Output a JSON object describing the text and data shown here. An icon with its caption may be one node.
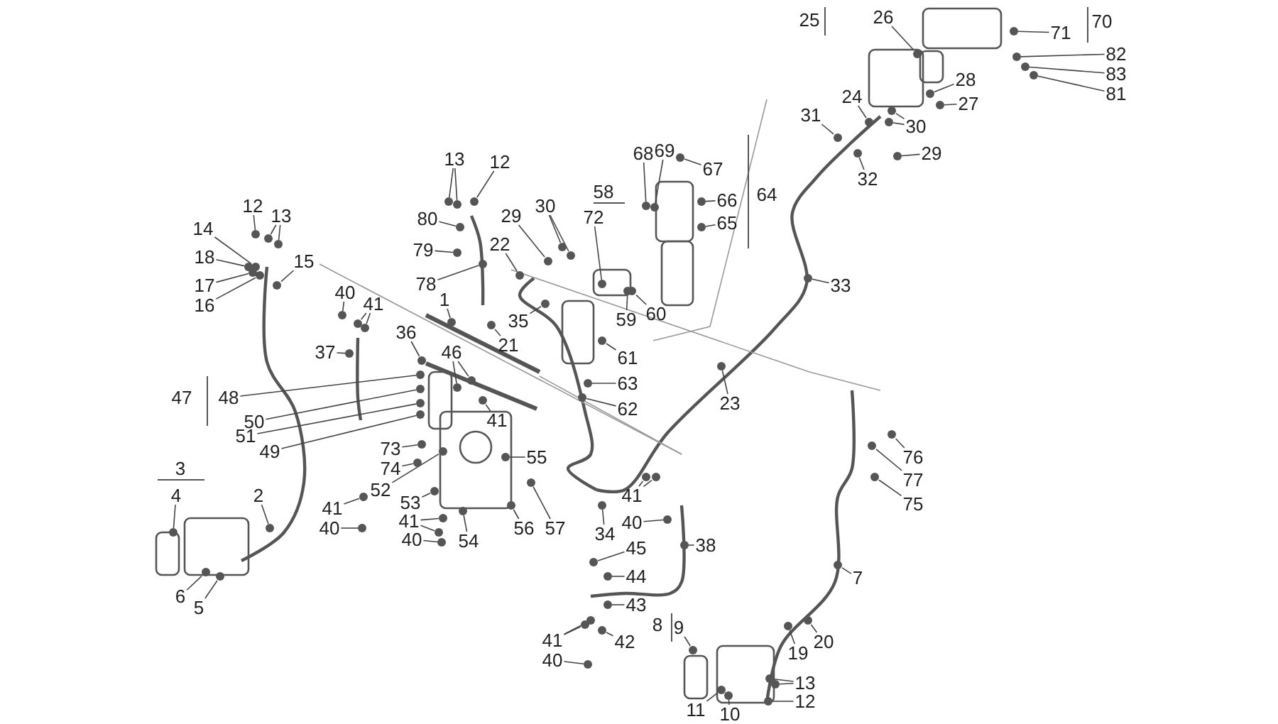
{
  "diagram": {
    "nodes": [
      {
        "text": [
          "12"
        ]
      },
      {
        "text": [
          "13"
        ]
      },
      {
        "text": [
          "14"
        ]
      },
      {
        "text": [
          "18"
        ]
      },
      {
        "text": [
          "17"
        ]
      },
      {
        "text": [
          "16"
        ]
      },
      {
        "text": [
          "15"
        ]
      },
      {
        "text": [
          "13"
        ]
      },
      {
        "text": [
          "12"
        ]
      },
      {
        "text": [
          "80"
        ]
      },
      {
        "text": [
          "79"
        ]
      },
      {
        "text": [
          "78"
        ]
      },
      {
        "text": [
          "1"
        ]
      },
      {
        "text": [
          "22"
        ]
      },
      {
        "text": [
          "29"
        ]
      },
      {
        "text": [
          "30"
        ]
      },
      {
        "text": [
          "35"
        ]
      },
      {
        "text": [
          "21"
        ]
      },
      {
        "text": [
          "40"
        ]
      },
      {
        "text": [
          "41"
        ]
      },
      {
        "text": [
          "37"
        ]
      },
      {
        "text": [
          "36"
        ]
      },
      {
        "text": [
          "46"
        ]
      },
      {
        "text": [
          "72"
        ]
      },
      {
        "text": [
          "68"
        ]
      },
      {
        "text": [
          "69"
        ]
      },
      {
        "text": [
          "67"
        ]
      },
      {
        "text": [
          "66"
        ]
      },
      {
        "text": [
          "65"
        ]
      },
      {
        "text": [
          "59"
        ]
      },
      {
        "text": [
          "60"
        ]
      },
      {
        "text": [
          "61"
        ]
      },
      {
        "text": [
          "63"
        ]
      },
      {
        "text": [
          "62"
        ]
      },
      {
        "text": [
          "26"
        ]
      },
      {
        "text": [
          "71"
        ]
      },
      {
        "text": [
          "82"
        ]
      },
      {
        "text": [
          "83"
        ]
      },
      {
        "text": [
          "81"
        ]
      },
      {
        "text": [
          "28"
        ]
      },
      {
        "text": [
          "27"
        ]
      },
      {
        "text": [
          "24"
        ]
      },
      {
        "text": [
          "31"
        ]
      },
      {
        "text": [
          "30"
        ]
      },
      {
        "text": [
          "29"
        ]
      },
      {
        "text": [
          "32"
        ]
      },
      {
        "text": [
          "33"
        ]
      },
      {
        "text": [
          "23"
        ]
      },
      {
        "text": [
          "48"
        ]
      },
      {
        "text": [
          "50"
        ]
      },
      {
        "text": [
          "51"
        ]
      },
      {
        "text": [
          "49"
        ]
      },
      {
        "text": [
          "73"
        ]
      },
      {
        "text": [
          "74"
        ]
      },
      {
        "text": [
          "52"
        ]
      },
      {
        "text": [
          "41"
        ]
      },
      {
        "text": [
          "55"
        ]
      },
      {
        "text": [
          "53"
        ]
      },
      {
        "text": [
          "41"
        ]
      },
      {
        "text": [
          "40"
        ]
      },
      {
        "text": [
          "54"
        ]
      },
      {
        "text": [
          "56"
        ]
      },
      {
        "text": [
          "57"
        ]
      },
      {
        "text": [
          "34"
        ]
      },
      {
        "text": [
          "41"
        ]
      },
      {
        "text": [
          "40"
        ]
      },
      {
        "text": [
          "38"
        ]
      },
      {
        "text": [
          "2"
        ]
      },
      {
        "text": [
          "4"
        ]
      },
      {
        "text": [
          "6"
        ]
      },
      {
        "text": [
          "5"
        ]
      },
      {
        "text": [
          "41"
        ]
      },
      {
        "text": [
          "40"
        ]
      },
      {
        "text": [
          "45"
        ]
      },
      {
        "text": [
          "44"
        ]
      },
      {
        "text": [
          "43"
        ]
      },
      {
        "text": [
          "42"
        ]
      },
      {
        "text": [
          "41"
        ]
      },
      {
        "text": [
          "40"
        ]
      },
      {
        "text": [
          "9"
        ]
      },
      {
        "text": [
          "11"
        ]
      },
      {
        "text": [
          "10"
        ]
      },
      {
        "text": [
          "13"
        ]
      },
      {
        "text": [
          "12"
        ]
      },
      {
        "text": [
          "19"
        ]
      },
      {
        "text": [
          "20"
        ]
      },
      {
        "text": [
          "7"
        ]
      },
      {
        "text": [
          "76"
        ]
      },
      {
        "text": [
          "77"
        ]
      },
      {
        "text": [
          "75"
        ]
      },
      {
        "text": [],
        "shape": "circle"
      },
      {
        "text": [],
        "shape": "circle"
      },
      {
        "text": [],
        "shape": "circle"
      },
      {
        "text": [],
        "shape": "circle"
      },
      {
        "text": [],
        "shape": "circle"
      },
      {
        "text": [],
        "shape": "circle"
      },
      {
        "text": [],
        "shape": "circle"
      },
      {
        "text": [],
        "shape": "circle"
      },
      {
        "text": [],
        "shape": "circle"
      },
      {
        "text": [],
        "shape": "circle"
      },
      {
        "text": [],
        "shape": "circle"
      },
      {
        "text": [],
        "shape": "circle"
      },
      {
        "text": [],
        "shape": "circle"
      },
      {
        "text": [],
        "shape": "circle"
      },
      {
        "text": [],
        "shape": "circle"
      },
      {
        "text": [],
        "shape": "circle"
      },
      {
        "text": [],
        "shape": "circle"
      },
      {
        "text": [],
        "shape": "circle"
      },
      {
        "text": [],
        "shape": "circle"
      },
      {
        "text": [],
        "shape": "circle"
      },
      {
        "text": [],
        "shape": "circle"
      },
      {
        "text": [],
        "shape": "circle"
      },
      {
        "text": [],
        "shape": "circle"
      },
      {
        "text": [],
        "shape": "circle"
      },
      {
        "text": [],
        "shape": "circle"
      },
      {
        "text": [],
        "shape": "circle"
      },
      {
        "text": [],
        "shape": "circle"
      },
      {
        "text": [],
        "shape": "circle"
      },
      {
        "text": [],
        "shape": "circle"
      },
      {
        "text": [],
        "shape": "circle"
      },
      {
        "text": [],
        "shape": "circle"
      },
      {
        "text": [],
        "shape": "circle"
      },
      {
        "text": [],
        "shape": "circle"
      },
      {
        "text": [],
        "shape": "circle"
      },
      {
        "text": [],
        "shape": "circle"
      },
      {
        "text": [],
        "shape": "circle"
      },
      {
        "text": [],
        "shape": "circle"
      },
      {
        "text": [],
        "shape": "circle"
      },
      {
        "text": [],
        "shape": "circle"
      },
      {
        "text": [],
        "shape": "circle"
      },
      {
        "text": [],
        "shape": "circle"
      },
      {
        "text": [],
        "shape": "circle"
      },
      {
        "text": [],
        "shape": "circle"
      },
      {
        "text": [],
        "shape": "circle"
      },
      {
        "text": [],
        "shape": "circle"
      },
      {
        "text": [],
        "shape": "circle"
      },
      {
        "text": [],
        "shape": "circle"
      },
      {
        "text": [],
        "shape": "circle"
      },
      {
        "text": [],
        "shape": "circle"
      },
      {
        "text": [],
        "shape": "circle"
      },
      {
        "text": [],
        "shape": "circle"
      },
      {
        "text": [],
        "shape": "circle"
      },
      {
        "text": [],
        "shape": "circle"
      },
      {
        "text": [],
        "shape": "circle"
      },
      {
        "text": [],
        "shape": "circle"
      },
      {
        "text": [],
        "shape": "circle"
      },
      {
        "text": [],
        "shape": "circle"
      },
      {
        "text": [],
        "shape": "circle"
      },
      {
        "text": [],
        "shape": "circle"
      },
      {
        "text": [],
        "shape": "circle"
      },
      {
        "text": [],
        "shape": "circle"
      },
      {
        "text": [],
        "shape": "circle"
      },
      {
        "text": [],
        "shape": "circle"
      },
      {
        "text": [],
        "shape": "circle"
      },
      {
        "text": [],
        "shape": "circle"
      },
      {
        "text": [],
        "shape": "circle"
      },
      {
        "text": [],
        "shape": "circle"
      },
      {
        "text": [],
        "shape": "circle"
      },
      {
        "text": [],
        "shape": "circle"
      },
      {
        "text": [],
        "shape": "circle"
      },
      {
        "text": [],
        "shape": "circle"
      },
      {
        "text": [],
        "shape": "circle"
      },
      {
        "text": [],
        "shape": "circle"
      },
      {
        "text": [],
        "shape": "circle"
      },
      {
        "text": [],
        "shape": "circle"
      },
      {
        "text": [],
        "shape": "circle"
      },
      {
        "text": [],
        "shape": "circle"
      },
      {
        "text": [],
        "shape": "circle"
      },
      {
        "text": [],
        "shape": "circle"
      },
      {
        "text": [],
        "shape": "circle"
      },
      {
        "text": [],
        "shape": "circle"
      },
      {
        "text": [],
        "shape": "circle"
      },
      {
        "text": [],
        "shape": "circle"
      },
      {
        "text": [],
        "shape": "circle"
      },
      {
        "text": [],
        "shape": "circle"
      },
      {
        "text": [],
        "shape": "circle"
      },
      {
        "text": [],
        "shape": "circle"
      },
      {
        "text": [],
        "shape": "circle"
      },
      {
        "text": [],
        "shape": "circle"
      },
      {
        "text": [],
        "shape": "circle"
      },
      {
        "text": [],
        "shape": "circle"
      },
      {
        "text": [],
        "shape": "circle"
      },
      {
        "text": [],
        "shape": "circle"
      },
      {
        "text": [],
        "shape": "circle"
      },
      {
        "text": [],
        "shape": "circle"
      },
      {
        "text": [],
        "shape": "circle"
      },
      {
        "text": [],
        "shape": "circle"
      },
      {
        "text": [],
        "shape": "circle"
      },
      {
        "text": [],
        "shape": "circle"
      },
      {
        "text": [],
        "shape": "circle"
      }
    ],
    "edges": [
      {
        "from": 0,
        "to": 90,
        "arrow": "none"
      },
      {
        "from": 1,
        "to": 91,
        "arrow": "none"
      },
      {
        "from": 1,
        "to": 92,
        "arrow": "none"
      },
      {
        "from": 2,
        "to": 93,
        "arrow": "none"
      },
      {
        "from": 3,
        "to": 94,
        "arrow": "none"
      },
      {
        "from": 4,
        "to": 95,
        "arrow": "none"
      },
      {
        "from": 5,
        "to": 96,
        "arrow": "none"
      },
      {
        "from": 6,
        "to": 97,
        "arrow": "none"
      },
      {
        "from": 7,
        "to": 98,
        "arrow": "none"
      },
      {
        "from": 7,
        "to": 99,
        "arrow": "none"
      },
      {
        "from": 8,
        "to": 100,
        "arrow": "none"
      },
      {
        "from": 9,
        "to": 101,
        "arrow": "none"
      },
      {
        "from": 10,
        "to": 102,
        "arrow": "none"
      },
      {
        "from": 11,
        "to": 103,
        "arrow": "none"
      },
      {
        "from": 12,
        "to": 104,
        "arrow": "none"
      },
      {
        "from": 13,
        "to": 105,
        "arrow": "none"
      },
      {
        "from": 14,
        "to": 106,
        "arrow": "none"
      },
      {
        "from": 15,
        "to": 107,
        "arrow": "none"
      },
      {
        "from": 15,
        "to": 108,
        "arrow": "none"
      },
      {
        "from": 16,
        "to": 109,
        "arrow": "none"
      },
      {
        "from": 17,
        "to": 110,
        "arrow": "none"
      },
      {
        "from": 18,
        "to": 111,
        "arrow": "none"
      },
      {
        "from": 19,
        "to": 112,
        "arrow": "none"
      },
      {
        "from": 19,
        "to": 113,
        "arrow": "none"
      },
      {
        "from": 20,
        "to": 114,
        "arrow": "none"
      },
      {
        "from": 21,
        "to": 115,
        "arrow": "none"
      },
      {
        "from": 22,
        "to": 116,
        "arrow": "none"
      },
      {
        "from": 22,
        "to": 117,
        "arrow": "none"
      },
      {
        "from": 23,
        "to": 118,
        "arrow": "none"
      },
      {
        "from": 24,
        "to": 119,
        "arrow": "none"
      },
      {
        "from": 25,
        "to": 120,
        "arrow": "none"
      },
      {
        "from": 26,
        "to": 121,
        "arrow": "none"
      },
      {
        "from": 27,
        "to": 122,
        "arrow": "none"
      },
      {
        "from": 28,
        "to": 123,
        "arrow": "none"
      },
      {
        "from": 29,
        "to": 124,
        "arrow": "none"
      },
      {
        "from": 30,
        "to": 125,
        "arrow": "none"
      },
      {
        "from": 31,
        "to": 126,
        "arrow": "none"
      },
      {
        "from": 32,
        "to": 127,
        "arrow": "none"
      },
      {
        "from": 33,
        "to": 128,
        "arrow": "none"
      },
      {
        "from": 34,
        "to": 129,
        "arrow": "none"
      },
      {
        "from": 35,
        "to": 130,
        "arrow": "none"
      },
      {
        "from": 36,
        "to": 131,
        "arrow": "none"
      },
      {
        "from": 37,
        "to": 132,
        "arrow": "none"
      },
      {
        "from": 38,
        "to": 133,
        "arrow": "none"
      },
      {
        "from": 39,
        "to": 134,
        "arrow": "none"
      },
      {
        "from": 40,
        "to": 135,
        "arrow": "none"
      },
      {
        "from": 41,
        "to": 136,
        "arrow": "none"
      },
      {
        "from": 42,
        "to": 137,
        "arrow": "none"
      },
      {
        "from": 43,
        "to": 138,
        "arrow": "none"
      },
      {
        "from": 43,
        "to": 139,
        "arrow": "none"
      },
      {
        "from": 44,
        "to": 140,
        "arrow": "none"
      },
      {
        "from": 45,
        "to": 141,
        "arrow": "none"
      },
      {
        "from": 46,
        "to": 142,
        "arrow": "none"
      },
      {
        "from": 47,
        "to": 143,
        "arrow": "none"
      },
      {
        "from": 48,
        "to": 144,
        "arrow": "none"
      },
      {
        "from": 49,
        "to": 145,
        "arrow": "none"
      },
      {
        "from": 50,
        "to": 146,
        "arrow": "none"
      },
      {
        "from": 51,
        "to": 147,
        "arrow": "none"
      },
      {
        "from": 52,
        "to": 148,
        "arrow": "none"
      },
      {
        "from": 53,
        "to": 149,
        "arrow": "none"
      },
      {
        "from": 54,
        "to": 150,
        "arrow": "none"
      },
      {
        "from": 55,
        "to": 151,
        "arrow": "none"
      },
      {
        "from": 56,
        "to": 152,
        "arrow": "none"
      },
      {
        "from": 57,
        "to": 153,
        "arrow": "none"
      },
      {
        "from": 58,
        "to": 154,
        "arrow": "none"
      },
      {
        "from": 58,
        "to": 155,
        "arrow": "none"
      },
      {
        "from": 59,
        "to": 156,
        "arrow": "none"
      },
      {
        "from": 60,
        "to": 157,
        "arrow": "none"
      },
      {
        "from": 61,
        "to": 158,
        "arrow": "none"
      },
      {
        "from": 62,
        "to": 159,
        "arrow": "none"
      },
      {
        "from": 63,
        "to": 160,
        "arrow": "none"
      },
      {
        "from": 64,
        "to": 161,
        "arrow": "none"
      },
      {
        "from": 64,
        "to": 162,
        "arrow": "none"
      },
      {
        "from": 65,
        "to": 163,
        "arrow": "none"
      },
      {
        "from": 66,
        "to": 164,
        "arrow": "none"
      },
      {
        "from": 67,
        "to": 165,
        "arrow": "none"
      },
      {
        "from": 68,
        "to": 166,
        "arrow": "none"
      },
      {
        "from": 69,
        "to": 167,
        "arrow": "none"
      },
      {
        "from": 70,
        "to": 168,
        "arrow": "none"
      },
      {
        "from": 71,
        "to": 169,
        "arrow": "none"
      },
      {
        "from": 72,
        "to": 170,
        "arrow": "none"
      },
      {
        "from": 73,
        "to": 171,
        "arrow": "none"
      },
      {
        "from": 74,
        "to": 172,
        "arrow": "none"
      },
      {
        "from": 75,
        "to": 173,
        "arrow": "none"
      },
      {
        "from": 76,
        "to": 174,
        "arrow": "none"
      },
      {
        "from": 77,
        "to": 175,
        "arrow": "none"
      },
      {
        "from": 77,
        "to": 176,
        "arrow": "none"
      },
      {
        "from": 78,
        "to": 177,
        "arrow": "none"
      },
      {
        "from": 79,
        "to": 178,
        "arrow": "none"
      },
      {
        "from": 80,
        "to": 179,
        "arrow": "none"
      },
      {
        "from": 81,
        "to": 180,
        "arrow": "none"
      },
      {
        "from": 82,
        "to": 181,
        "arrow": "none"
      },
      {
        "from": 82,
        "to": 182,
        "arrow": "none"
      },
      {
        "from": 83,
        "to": 183,
        "arrow": "none"
      },
      {
        "from": 84,
        "to": 184,
        "arrow": "none"
      },
      {
        "from": 85,
        "to": 185,
        "arrow": "none"
      },
      {
        "from": 86,
        "to": 186,
        "arrow": "none"
      },
      {
        "from": 87,
        "to": 187,
        "arrow": "none"
      },
      {
        "from": 88,
        "to": 188,
        "arrow": "none"
      },
      {
        "from": 89,
        "to": 189,
        "arrow": "none"
      }
    ],
    "labels": [
      "25",
      "70",
      "58",
      "64",
      "47",
      "3",
      "8"
    ]
  }
}
